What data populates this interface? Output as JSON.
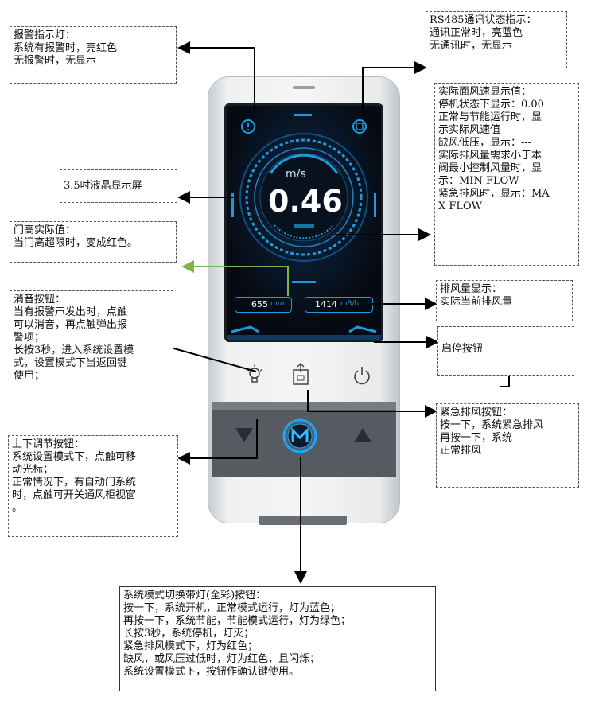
{
  "device": {
    "speed_unit": "m/s",
    "speed_value": "0.46",
    "door_height_value": "655",
    "door_height_unit": "mm",
    "exhaust_value": "1414",
    "exhaust_unit": "m3/h",
    "colors": {
      "screen_accent": "#1e9be0",
      "mode_button": "#1aa7ff",
      "green_arrow": "#7ab648"
    }
  },
  "annotations": {
    "alarm_light": "报警指示灯：\n系统有报警时，亮红色\n无报警时，无显示",
    "rs485": "RS485通讯状态指示：\n通讯正常时，亮蓝色\n无通讯时，无显示",
    "speed_display": "实际面风速显示值：\n停机状态下显示：0.00\n正常与节能运行时，显\n示实际风速值\n缺风低压，显示：---\n实际排风量需求小于本\n阀最小控制风量时，显\n示：MIN FLOW\n紧急排风时，显示：MA\nX FLOW",
    "lcd": "3.5吋液晶显示屏",
    "door_height": "门高实际值：\n当门高超限时，变成红色。",
    "mute_button": "消音按钮：\n当有报警声发出时，点触\n可以消音，再点触弹出报\n警项；\n长按3秒，进入系统设置模\n式，设置模式下当返回键\n使用；",
    "exhaust_display": "排风量显示：\n实际当前排风量",
    "start_stop": "启停按钮",
    "emergency": "紧急排风按钮：\n按一下，系统紧急排风\n再按一下，系统\n正常排风",
    "up_down": "上下调节按钮：\n系统设置模式下，点触可移\n动光标；\n正常情况下，有自动门系统\n时，点触可开关通风柜视窗\n。",
    "mode_button": "系统模式切换带灯(全彩)按钮：\n按一下，系统开机，正常模式运行，灯为蓝色；\n再按一下，系统节能，节能模式运行，灯为绿色；\n长按3秒，系统停机，灯灭；\n紧急排风模式下，灯为红色；\n缺风，或风压过低时，灯为红色，且闪烁；\n系统设置模式下，按钮作确认键使用。"
  }
}
